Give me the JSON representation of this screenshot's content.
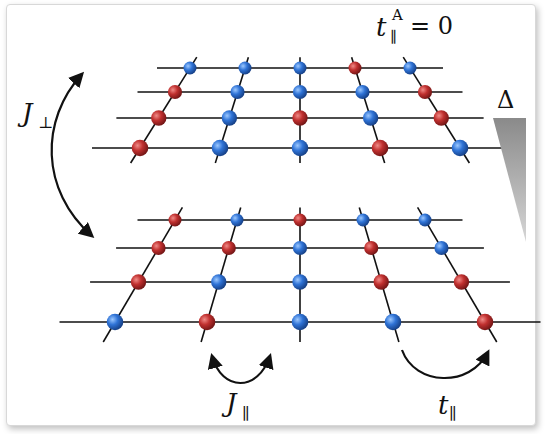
{
  "diagram": {
    "labels": [
      "t",
      "A",
      "∥",
      "= 0",
      "Δ",
      "J",
      "⊥",
      "J",
      "∥",
      "t",
      "∥"
    ]
  }
}
